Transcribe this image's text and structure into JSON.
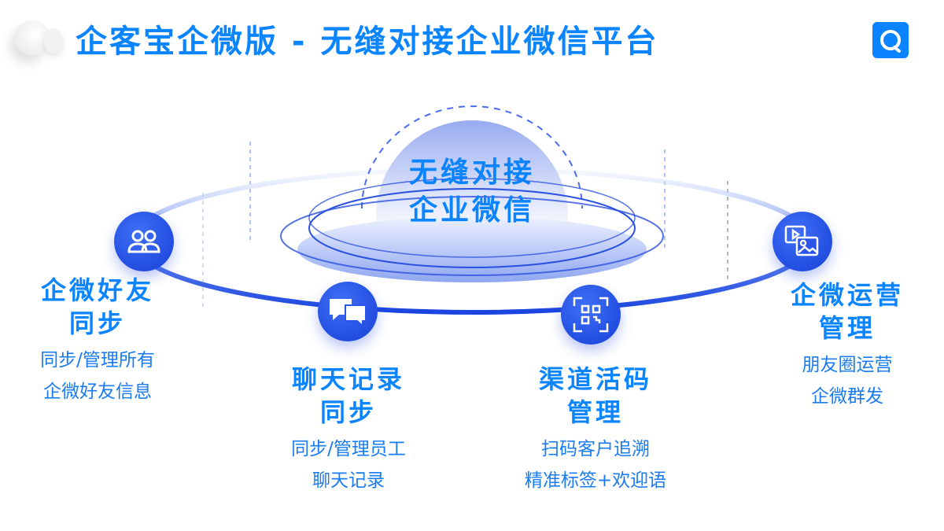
{
  "header": {
    "title": "企客宝企微版 - 无缝对接企业微信平台",
    "logo_icon": "q-logo-icon"
  },
  "center": {
    "line1": "无缝对接",
    "line2": "企业微信"
  },
  "features": [
    {
      "icon": "users-icon",
      "title1": "企微好友",
      "title2": "同步",
      "desc1": "同步/管理所有",
      "desc2": "企微好友信息"
    },
    {
      "icon": "chat-icon",
      "title1": "聊天记录",
      "title2": "同步",
      "desc1": "同步/管理员工",
      "desc2": "聊天记录"
    },
    {
      "icon": "qr-code-icon",
      "title1": "渠道活码",
      "title2": "管理",
      "desc1": "扫码客户追溯",
      "desc2": "精准标签+欢迎语"
    },
    {
      "icon": "media-icon",
      "title1": "企微运营",
      "title2": "管理",
      "desc1": "朋友圈运营",
      "desc2": "企微群发"
    }
  ],
  "colors": {
    "accent": "#0a84ff",
    "ring": "#1e4fe0"
  }
}
